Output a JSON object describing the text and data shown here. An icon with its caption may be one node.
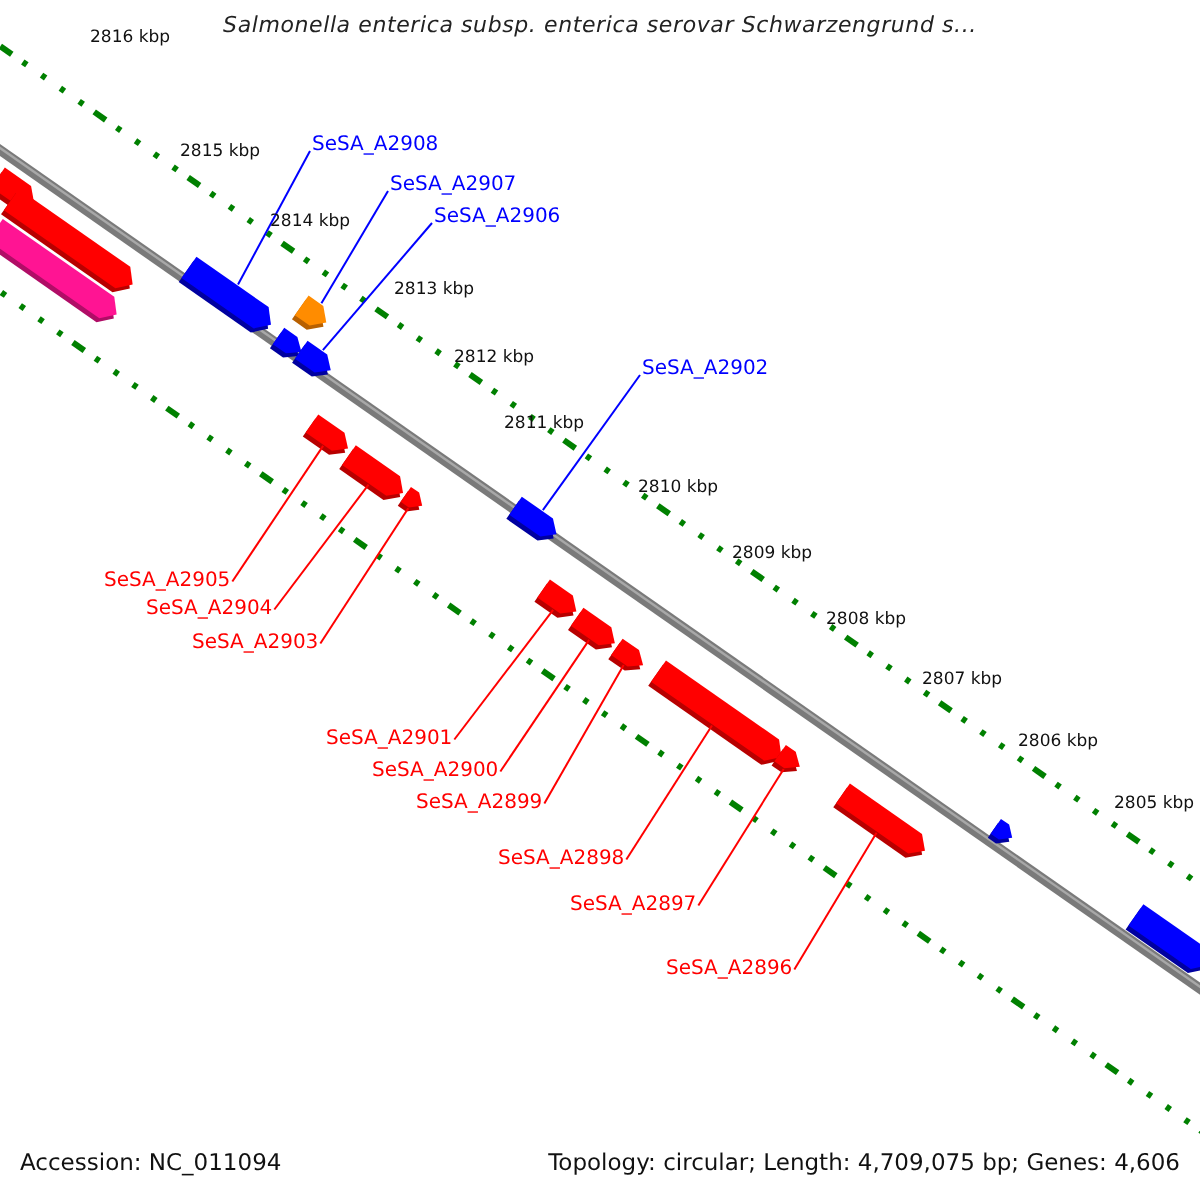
{
  "diagram": {
    "title": "Salmonella enterica subsp. enterica serovar Schwarzengrund s...",
    "nodes": [
      {
        "text": [],
        "shape": "arrow"
      },
      {
        "text": [],
        "shape": "arrow"
      },
      {
        "text": [],
        "shape": "arrow"
      },
      {
        "text": [],
        "shape": "arrow"
      },
      {
        "text": [],
        "shape": "arrow"
      },
      {
        "text": [],
        "shape": "arrow"
      },
      {
        "text": [],
        "shape": "arrow"
      },
      {
        "text": [],
        "shape": "arrow"
      },
      {
        "text": [],
        "shape": "arrow"
      },
      {
        "text": [],
        "shape": "arrow"
      },
      {
        "text": [],
        "shape": "arrow"
      },
      {
        "text": [],
        "shape": "arrow"
      },
      {
        "text": [],
        "shape": "arrow"
      },
      {
        "text": [],
        "shape": "arrow"
      },
      {
        "text": [],
        "shape": "arrow"
      },
      {
        "text": [],
        "shape": "arrow"
      },
      {
        "text": [],
        "shape": "arrow"
      },
      {
        "text": [],
        "shape": "arrow"
      },
      {
        "text": [],
        "shape": "arrow"
      },
      {
        "text": [
          "SeSA_A2908"
        ]
      },
      {
        "text": [
          "SeSA_A2907"
        ]
      },
      {
        "text": [
          "SeSA_A2906"
        ]
      },
      {
        "text": [
          "SeSA_A2902"
        ]
      },
      {
        "text": [
          "SeSA_A2905"
        ]
      },
      {
        "text": [
          "SeSA_A2904"
        ]
      },
      {
        "text": [
          "SeSA_A2903"
        ]
      },
      {
        "text": [
          "SeSA_A2901"
        ]
      },
      {
        "text": [
          "SeSA_A2900"
        ]
      },
      {
        "text": [
          "SeSA_A2899"
        ]
      },
      {
        "text": [
          "SeSA_A2898"
        ]
      },
      {
        "text": [
          "SeSA_A2897"
        ]
      },
      {
        "text": [
          "SeSA_A2896"
        ]
      }
    ],
    "edges": [
      {
        "from": 19,
        "to": 3,
        "arrow": "none",
        "color": "#0000ff"
      },
      {
        "from": 20,
        "to": 4,
        "arrow": "none",
        "color": "#0000ff"
      },
      {
        "from": 21,
        "to": 6,
        "arrow": "none",
        "color": "#0000ff"
      },
      {
        "from": 22,
        "to": 10,
        "arrow": "none",
        "color": "#0000ff"
      },
      {
        "from": 23,
        "to": 7,
        "arrow": "none"
      },
      {
        "from": 24,
        "to": 8,
        "arrow": "none"
      },
      {
        "from": 25,
        "to": 9,
        "arrow": "none"
      },
      {
        "from": 26,
        "to": 11,
        "arrow": "none"
      },
      {
        "from": 27,
        "to": 12,
        "arrow": "none"
      },
      {
        "from": 28,
        "to": 13,
        "arrow": "none"
      },
      {
        "from": 29,
        "to": 14,
        "arrow": "none"
      },
      {
        "from": 30,
        "to": 15,
        "arrow": "none"
      },
      {
        "from": 31,
        "to": 16,
        "arrow": "none"
      }
    ],
    "labels": [
      "2816 kbp",
      "2815 kbp",
      "2814 kbp",
      "2813 kbp",
      "2812 kbp",
      "2811 kbp",
      "2810 kbp",
      "2809 kbp",
      "2808 kbp",
      "2807 kbp",
      "2806 kbp",
      "2805 kbp",
      "Accession: NC_011094",
      "Topology: circular; Length: 4,709,075 bp; Genes: 4,606"
    ]
  }
}
